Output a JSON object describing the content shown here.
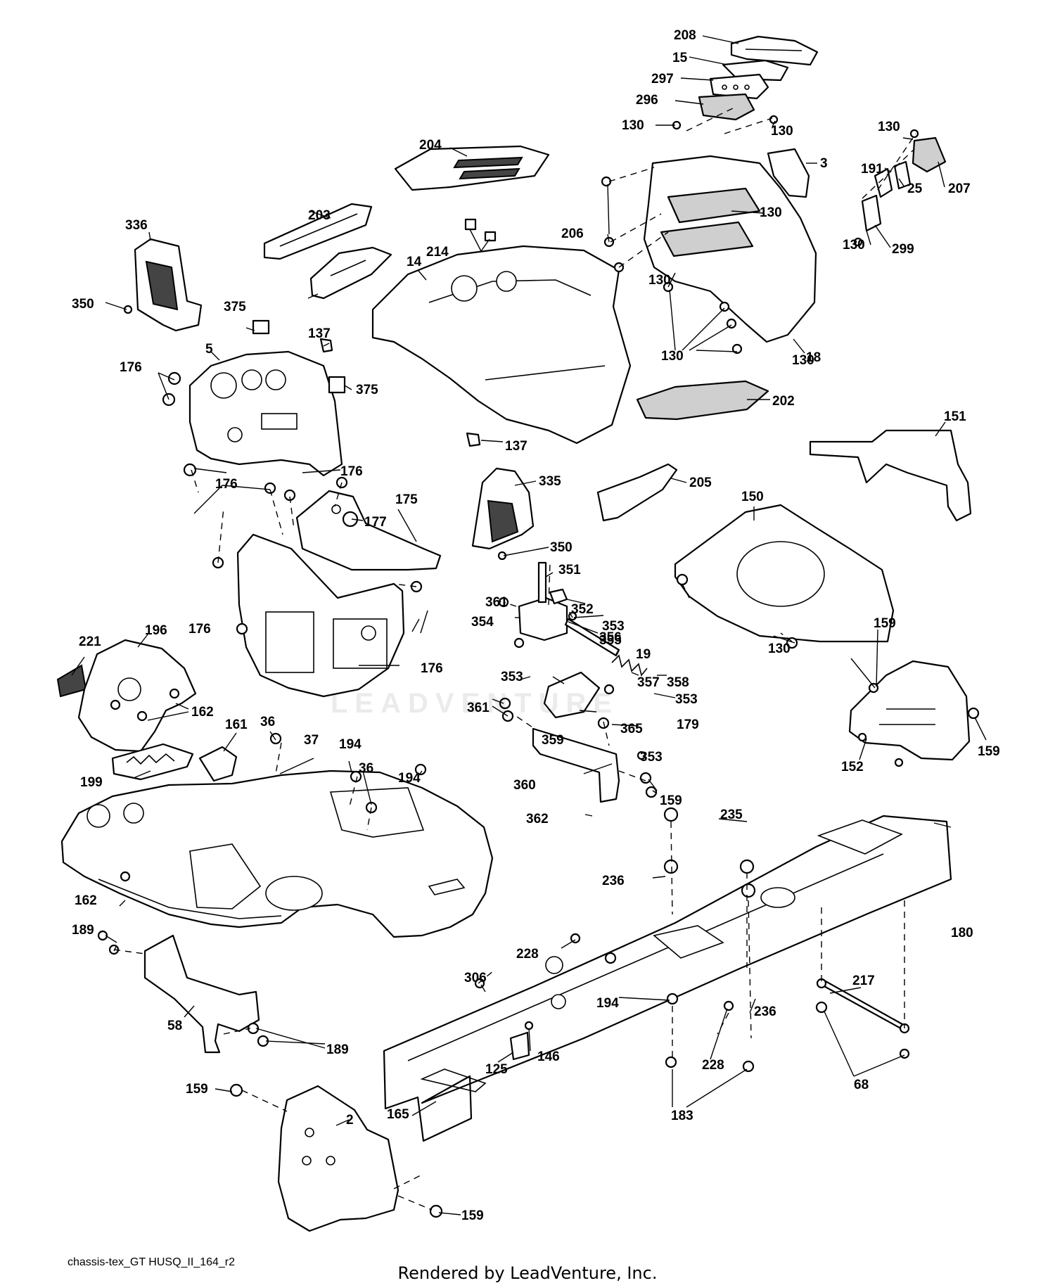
{
  "diagram_id": "chassis-tex_GT HUSQ_II_164_r2",
  "render_credit": "Rendered by LeadVenture, Inc.",
  "watermark": "LEADVENTURE",
  "callouts": [
    "208",
    "15",
    "297",
    "296",
    "130",
    "130",
    "130",
    "3",
    "191",
    "207",
    "25",
    "130",
    "299",
    "204",
    "203",
    "214",
    "336",
    "14",
    "206",
    "130",
    "130",
    "130",
    "350",
    "375",
    "137",
    "18",
    "5",
    "176",
    "375",
    "202",
    "137",
    "151",
    "335",
    "176",
    "176",
    "205",
    "150",
    "177",
    "175",
    "350",
    "351",
    "361",
    "352",
    "353",
    "354",
    "355",
    "356",
    "176",
    "19",
    "357",
    "358",
    "176",
    "130",
    "159",
    "221",
    "196",
    "353",
    "353",
    "162",
    "361",
    "179",
    "359",
    "365",
    "161",
    "36",
    "37",
    "194",
    "36",
    "353",
    "152",
    "159",
    "199",
    "194",
    "360",
    "159",
    "362",
    "235",
    "236",
    "162",
    "180",
    "189",
    "228",
    "306",
    "217",
    "194",
    "236",
    "58",
    "189",
    "146",
    "125",
    "228",
    "68",
    "183",
    "159",
    "2",
    "165",
    "159",
    "130"
  ]
}
